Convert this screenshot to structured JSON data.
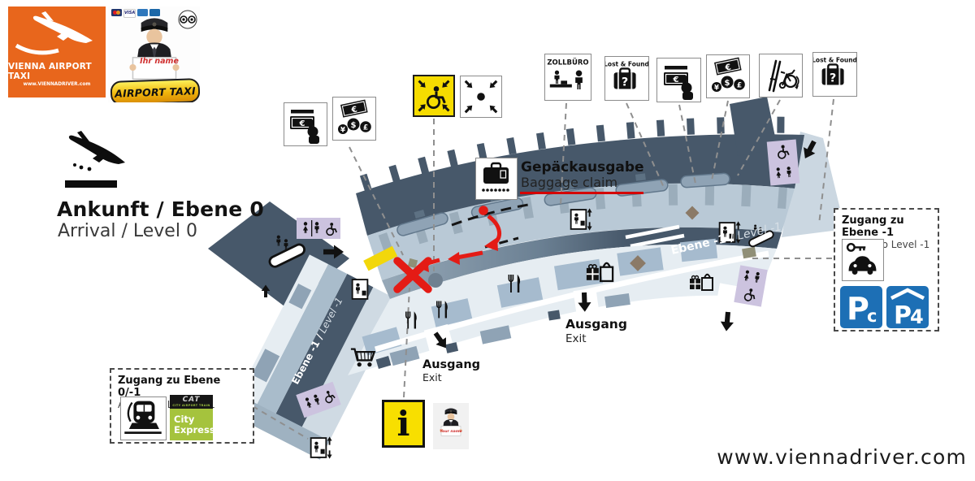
{
  "header": {
    "logo": {
      "title": "VIENNA AIRPORT TAXI",
      "url": "www.VIENNADRIVER.com",
      "bg_color": "#E8661C",
      "icon": "airplane-swoosh-icon"
    },
    "driver_card": {
      "sign_text": "Ihr name",
      "banner_text": "AIRPORT TAXI",
      "payment_icons": [
        "mastercard",
        "visa",
        "amex",
        "diners"
      ],
      "rating_icon": "tripadvisor-owl"
    }
  },
  "heading": {
    "line_de": "Ankunft / Ebene 0",
    "line_en": "Arrival / Level 0",
    "icon": "arrival-plane-icon"
  },
  "legend": {
    "atm": "atm-icon",
    "exchange": "currency-exchange-icon",
    "meeting_accessible": "accessible-meeting-point-icon",
    "meeting": "meeting-point-icon",
    "customs_label": "ZOLLBÜRO",
    "lost_found_label": "Lost & Found",
    "lost_found2_label": "Lost & Found",
    "bulky": "ski-bicycle-icon"
  },
  "baggage_claim": {
    "title_de": "Gepäckausgabe",
    "title_en": "Baggage claim",
    "icon": "baggage-claim-icon"
  },
  "map": {
    "level_label_bold": "Ebene -1 /",
    "level_label_italic": " Level -1",
    "exit_de": "Ausgang",
    "exit_en": "Exit",
    "colors": {
      "dark_band": "#47586A",
      "baggage_hall": "#B9C9D6",
      "public_hall": "#E6EDF2",
      "stripe": "#4E6173",
      "toilet": "#CCC3DF",
      "marker_yellow": "#F2D70B",
      "route_red": "#E41B15"
    }
  },
  "access_right": {
    "title_de": "Zugang zu Ebene -1",
    "title_en": "Access to Level -1",
    "icon": "rental-car-key-icon",
    "parking_color": "#1D6FB5",
    "parking": [
      {
        "big": "P",
        "small": "c"
      },
      {
        "big": "P",
        "small": "4"
      }
    ]
  },
  "access_left": {
    "title_de": "Zugang zu Ebene 0/-1",
    "title_en": "Access to Level 0/-1",
    "icon": "train-icon",
    "cat_brand": "CAT",
    "cat_sub": "CITY AIRPORT TRAIN",
    "express_line1": "City",
    "express_line2": "Express",
    "green": "#A5C33D"
  },
  "info_point": {
    "icon": "information-icon",
    "symbol": "i",
    "driver_sign": "Your name"
  },
  "footer": {
    "url": "www.viennadriver.com"
  }
}
